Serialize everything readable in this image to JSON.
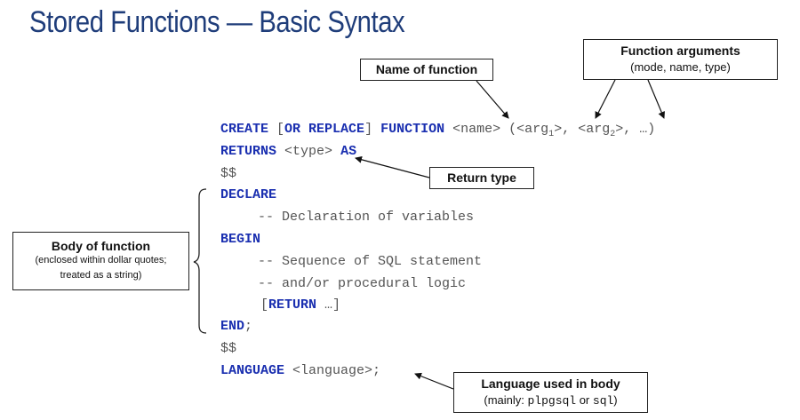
{
  "slide": {
    "title": "Stored Functions — Basic Syntax"
  },
  "code": {
    "line1": {
      "create": "CREATE",
      "lbr": "[",
      "or_replace": "OR REPLACE",
      "rbr": "]",
      "function": "FUNCTION",
      "name": "<name>",
      "args_open": "(<arg",
      "arg1_sub": "1",
      "mid": ">, <arg",
      "arg2_sub": "2",
      "args_close": ">, …)"
    },
    "line2": {
      "returns": "RETURNS",
      "type": "<type>",
      "as": "AS"
    },
    "dollar_open": "$$",
    "declare": "DECLARE",
    "declare_comment": "-- Declaration of variables",
    "begin": "BEGIN",
    "comment_seq": "-- Sequence of SQL statement",
    "comment_logic": "-- and/or procedural logic",
    "return_line": {
      "lbr": "[",
      "return": "RETURN",
      "rest": " …]"
    },
    "end": "END",
    "end_semi": ";",
    "dollar_close": "$$",
    "language": "LANGUAGE",
    "language_value": "<language>;"
  },
  "annotations": {
    "name_of_function": "Name of function",
    "function_arguments": {
      "title": "Function arguments",
      "detail": "(mode, name, type)"
    },
    "return_type": "Return type",
    "body_of_function": {
      "title": "Body of function",
      "line1": "(enclosed within dollar quotes;",
      "line2": "treated as a string)"
    },
    "language_used": {
      "title": "Language used in body",
      "prefix": "(mainly: ",
      "plpgsql": "plpgsql",
      "or": " or ",
      "sql": "sql",
      "suffix": ")"
    }
  }
}
